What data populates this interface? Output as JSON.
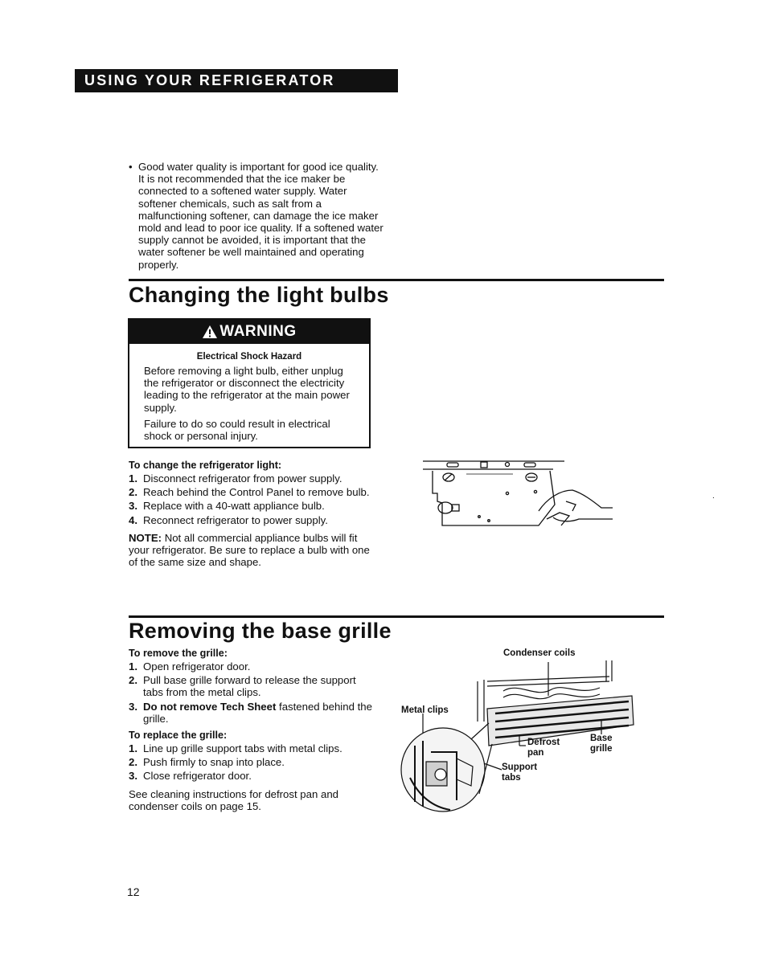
{
  "header": {
    "title": "USING YOUR REFRIGERATOR"
  },
  "intro": {
    "bullet": "•",
    "text": "Good water quality is important for good ice quality. It is not recommended that the ice maker be connected to a softened water supply. Water softener chemicals, such as salt from a malfunctioning softener, can damage the ice maker mold and lead to poor ice quality. If a softened water supply cannot be avoided, it is important that the water softener be well maintained and operating properly."
  },
  "light_section": {
    "title": "Changing the light bulbs",
    "warning": {
      "label": "WARNING",
      "hazard": "Electrical Shock Hazard",
      "para1": "Before removing a light bulb, either unplug the refrigerator or disconnect the electricity leading to the refrigerator at the main power supply.",
      "para2": "Failure to do so could result in electrical shock or personal injury."
    },
    "steps_title": "To change the refrigerator light:",
    "steps": [
      {
        "num": "1.",
        "text": "Disconnect refrigerator from power supply."
      },
      {
        "num": "2.",
        "text": "Reach behind the Control Panel to remove bulb."
      },
      {
        "num": "3.",
        "text": "Replace with a 40-watt appliance bulb."
      },
      {
        "num": "4.",
        "text": "Reconnect refrigerator to power supply."
      }
    ],
    "note_label": "NOTE:",
    "note_text": "Not all commercial appliance bulbs will fit your refrigerator. Be sure to replace a bulb with one of the same size and shape."
  },
  "grille_section": {
    "title": "Removing the base grille",
    "remove_title": "To remove the grille:",
    "remove_steps": [
      {
        "num": "1.",
        "text": "Open refrigerator door."
      },
      {
        "num": "2.",
        "text": "Pull base grille forward to release the support tabs from the metal clips."
      }
    ],
    "step3_num": "3.",
    "step3_bold": "Do not remove Tech Sheet",
    "step3_rest": "fastened behind the grille.",
    "replace_title": "To replace the grille:",
    "replace_steps": [
      {
        "num": "1.",
        "text": "Line up grille support tabs with metal clips."
      },
      {
        "num": "2.",
        "text": "Push firmly to snap into place."
      },
      {
        "num": "3.",
        "text": "Close refrigerator door."
      }
    ],
    "see_text": "See cleaning instructions for defrost pan and condenser coils on page 15.",
    "diagram_labels": {
      "condenser": "Condenser coils",
      "metal_clips": "Metal clips",
      "defrost_pan": "Defrost pan",
      "base_grille": "Base grille",
      "support_tabs": "Support tabs"
    }
  },
  "footer": {
    "page_number": "12"
  }
}
